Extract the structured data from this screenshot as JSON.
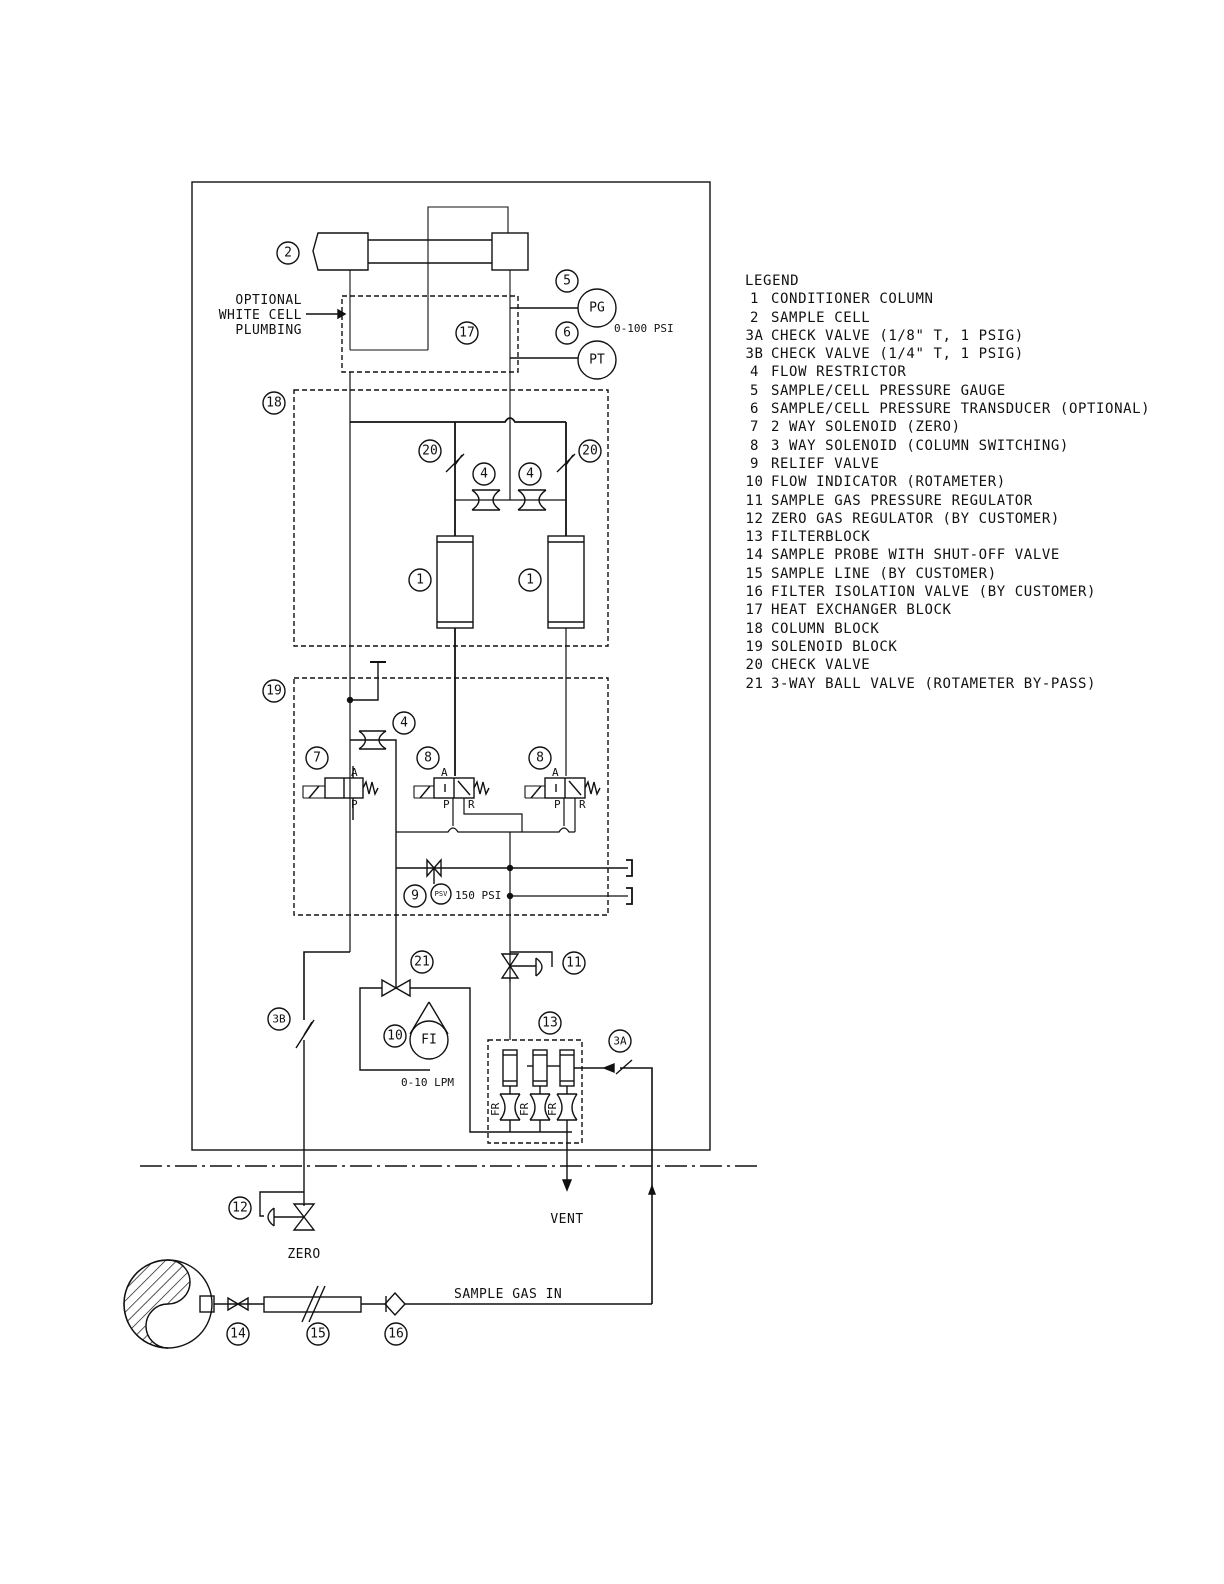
{
  "legend": {
    "title": "LEGEND",
    "items": [
      {
        "num": "1",
        "desc": "CONDITIONER COLUMN"
      },
      {
        "num": "2",
        "desc": "SAMPLE CELL"
      },
      {
        "num": "3A",
        "desc": "CHECK VALVE (1/8\" T, 1 PSIG)"
      },
      {
        "num": "3B",
        "desc": "CHECK VALVE (1/4\" T, 1 PSIG)"
      },
      {
        "num": "4",
        "desc": "FLOW RESTRICTOR"
      },
      {
        "num": "5",
        "desc": "SAMPLE/CELL PRESSURE GAUGE"
      },
      {
        "num": "6",
        "desc": "SAMPLE/CELL PRESSURE TRANSDUCER (OPTIONAL)"
      },
      {
        "num": "7",
        "desc": "2 WAY SOLENOID (ZERO)"
      },
      {
        "num": "8",
        "desc": "3 WAY SOLENOID (COLUMN SWITCHING)"
      },
      {
        "num": "9",
        "desc": "RELIEF VALVE"
      },
      {
        "num": "10",
        "desc": "FLOW INDICATOR (ROTAMETER)"
      },
      {
        "num": "11",
        "desc": "SAMPLE GAS PRESSURE REGULATOR"
      },
      {
        "num": "12",
        "desc": "ZERO GAS REGULATOR (BY CUSTOMER)"
      },
      {
        "num": "13",
        "desc": "FILTERBLOCK"
      },
      {
        "num": "14",
        "desc": "SAMPLE PROBE WITH SHUT-OFF VALVE"
      },
      {
        "num": "15",
        "desc": "SAMPLE LINE (BY CUSTOMER)"
      },
      {
        "num": "16",
        "desc": "FILTER ISOLATION VALVE (BY CUSTOMER)"
      },
      {
        "num": "17",
        "desc": "HEAT EXCHANGER BLOCK"
      },
      {
        "num": "18",
        "desc": "COLUMN BLOCK"
      },
      {
        "num": "19",
        "desc": "SOLENOID BLOCK"
      },
      {
        "num": "20",
        "desc": "CHECK VALVE"
      },
      {
        "num": "21",
        "desc": "3-WAY BALL VALVE (ROTAMETER BY-PASS)"
      }
    ]
  },
  "labels": {
    "optional_line1": "OPTIONAL",
    "optional_line2": "WHITE CELL",
    "optional_line3": "PLUMBING",
    "pg": "PG",
    "pt": "PT",
    "pressure_range": "0-100 PSI",
    "psv": "PSV",
    "relief_setting": "150 PSI",
    "fi": "FI",
    "flow_range": "0-10 LPM",
    "fr": "FR",
    "vent": "VENT",
    "zero": "ZERO",
    "sample_gas_in": "SAMPLE GAS IN",
    "port_a": "A",
    "port_p": "P",
    "port_r": "R"
  },
  "tags": {
    "t1": "1",
    "t2": "2",
    "t3a": "3A",
    "t3b": "3B",
    "t4": "4",
    "t5": "5",
    "t6": "6",
    "t7": "7",
    "t8": "8",
    "t9": "9",
    "t10": "10",
    "t11": "11",
    "t12": "12",
    "t13": "13",
    "t14": "14",
    "t15": "15",
    "t16": "16",
    "t17": "17",
    "t18": "18",
    "t19": "19",
    "t20": "20",
    "t21": "21"
  }
}
